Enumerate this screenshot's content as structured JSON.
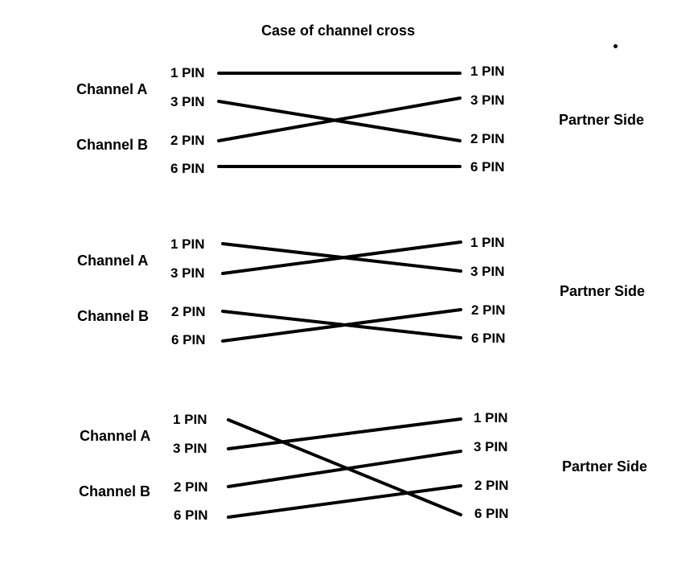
{
  "title": "Case of channel cross",
  "colors": {
    "wire": "#000000",
    "text": "#000000",
    "background": "#ffffff"
  },
  "cases": [
    {
      "channel_a_label": "Channel A",
      "channel_b_label": "Channel B",
      "partner_label": "Partner Side",
      "left_pins": [
        "1 PIN",
        "3 PIN",
        "2 PIN",
        "6 PIN"
      ],
      "right_pins": [
        "1 PIN",
        "3 PIN",
        "2 PIN",
        "6 PIN"
      ],
      "connections": [
        [
          "1 PIN",
          "1 PIN"
        ],
        [
          "3 PIN",
          "2 PIN"
        ],
        [
          "2 PIN",
          "3 PIN"
        ],
        [
          "6 PIN",
          "6 PIN"
        ]
      ]
    },
    {
      "channel_a_label": "Channel A",
      "channel_b_label": "Channel B",
      "partner_label": "Partner Side",
      "left_pins": [
        "1 PIN",
        "3 PIN",
        "2 PIN",
        "6 PIN"
      ],
      "right_pins": [
        "1 PIN",
        "3 PIN",
        "2 PIN",
        "6 PIN"
      ],
      "connections": [
        [
          "1 PIN",
          "3 PIN"
        ],
        [
          "3 PIN",
          "1 PIN"
        ],
        [
          "2 PIN",
          "6 PIN"
        ],
        [
          "6 PIN",
          "2 PIN"
        ]
      ]
    },
    {
      "channel_a_label": "Channel A",
      "channel_b_label": "Channel B",
      "partner_label": "Partner Side",
      "left_pins": [
        "1 PIN",
        "3 PIN",
        "2 PIN",
        "6 PIN"
      ],
      "right_pins": [
        "1 PIN",
        "3 PIN",
        "2 PIN",
        "6 PIN"
      ],
      "connections": [
        [
          "1 PIN",
          "6 PIN"
        ],
        [
          "3 PIN",
          "1 PIN"
        ],
        [
          "2 PIN",
          "3 PIN"
        ],
        [
          "6 PIN",
          "2 PIN"
        ]
      ]
    }
  ]
}
